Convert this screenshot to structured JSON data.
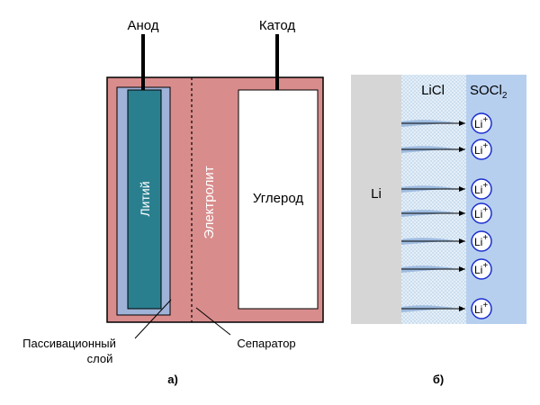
{
  "panel_a": {
    "anode_label": "Анод",
    "cathode_label": "Катод",
    "lithium_label": "Литий",
    "electrolyte_label": "Электролит",
    "carbon_label": "Углерод",
    "passivation_label_line1": "Пассивационный",
    "passivation_label_line2": "слой",
    "separator_label": "Сепаратор",
    "caption": "а)"
  },
  "panel_b": {
    "li_label": "Li",
    "licl_label": "LiCl",
    "socl2_label": "SOCl",
    "socl2_subscript": "2",
    "ion_label": "Li",
    "ion_charge": "+",
    "caption": "б)"
  },
  "colors": {
    "cell_body": "#d98c8c",
    "passivation_layer": "#9fb3d9",
    "lithium": "#2a7f8f",
    "carbon": "#ffffff",
    "li_metal": "#d6d6d6",
    "licl_layer": "#dbe9f5",
    "socl2_region": "#b7cfee",
    "ion_circle": "#1a2fd0"
  },
  "icons": [
    "arrow-icon",
    "lithium-ion-icon"
  ]
}
